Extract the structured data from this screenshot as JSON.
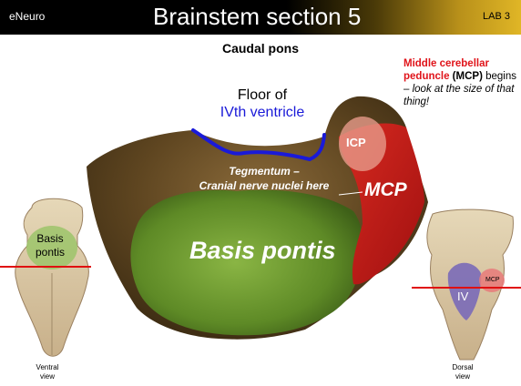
{
  "header": {
    "brand": "eNeuro",
    "title": "Brainstem section 5",
    "lab": "LAB 3"
  },
  "subtitle": "Caudal pons",
  "floor_label": {
    "line1": "Floor of",
    "line2": "IVth ventricle"
  },
  "mcp_note": {
    "red_part": "Middle cerebellar peduncle",
    "bold_part": " (MCP)",
    "plain_part": " begins – ",
    "italic_part": "look at the size of that thing!"
  },
  "labels": {
    "icp": "ICP",
    "tegmentum_line1": "Tegmentum –",
    "tegmentum_line2": "Cranial nerve nuclei here",
    "mcp": "MCP",
    "basis_pontis": "Basis pontis",
    "basis_small_line1": "Basis",
    "basis_small_line2": "pontis",
    "iv": "IV",
    "mcp_small": "MCP"
  },
  "captions": {
    "left_line1": "Ventral",
    "left_line2": "view",
    "right_line1": "Dorsal",
    "right_line2": "view"
  },
  "colors": {
    "ventricle_outline": "#1a1ad8",
    "mcp_red": "#d01818",
    "basis_green": "#6a9a2c",
    "section_line": "#e01010"
  }
}
